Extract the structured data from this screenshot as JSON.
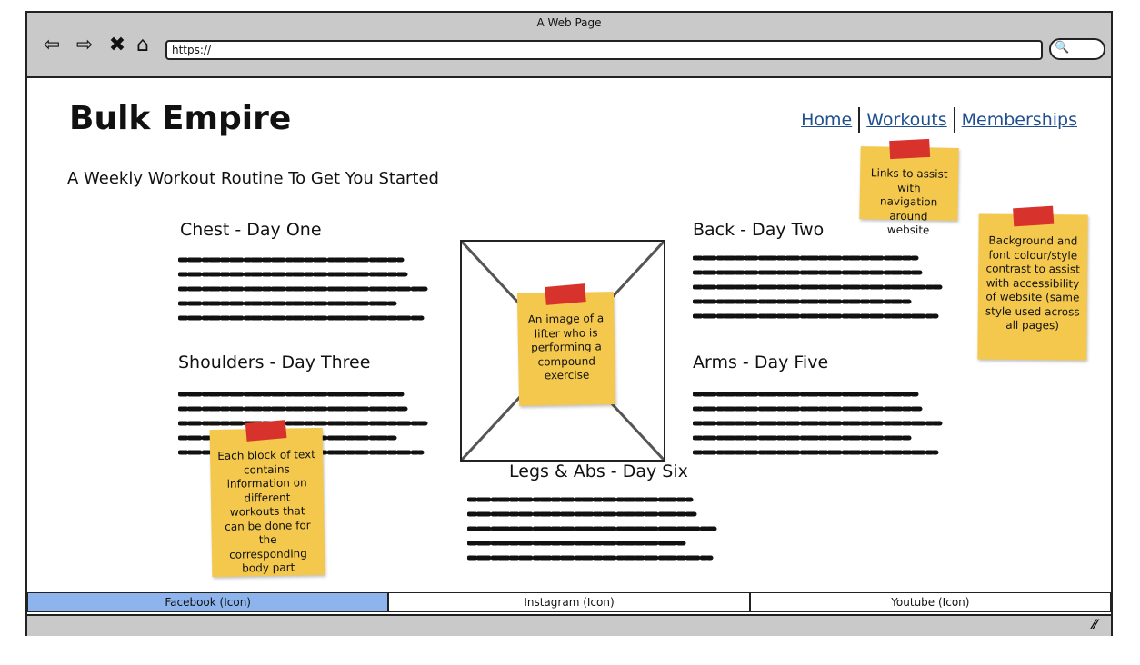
{
  "window": {
    "title": "A Web Page",
    "url": "https://"
  },
  "icons": {
    "back": "back-arrow-icon",
    "forward": "forward-arrow-icon",
    "stop": "close-icon",
    "home": "home-icon",
    "search": "search-icon",
    "resize": "resize-handle-icon"
  },
  "header": {
    "brand": "Bulk Empire",
    "subtitle": "A Weekly Workout Routine To Get You Started"
  },
  "nav": {
    "items": [
      "Home",
      "Workouts",
      "Memberships"
    ]
  },
  "sections": [
    {
      "heading": "Chest - Day One"
    },
    {
      "heading": "Back - Day Two"
    },
    {
      "heading": "Shoulders - Day Three"
    },
    {
      "heading": "Arms - Day Five"
    },
    {
      "heading": "Legs & Abs - Day Six"
    }
  ],
  "footer": {
    "links": [
      "Facebook (Icon)",
      "Instagram (Icon)",
      "Youtube (Icon)"
    ]
  },
  "notes": {
    "nav_note": "Links to assist with navigation around website",
    "style_note": "Background and font colour/style contrast to assist with accessibility of website (same style used across all pages)",
    "image_note": "An image of a lifter who is performing a compound exercise",
    "text_note": "Each block of text contains information on different workouts that can be done for the corresponding body part"
  },
  "colors": {
    "sticky": "#f3c84c",
    "tape": "#d8322c",
    "link": "#1f4f8f",
    "footer_active": "#8db4ec",
    "chrome": "#c9c9c9"
  }
}
